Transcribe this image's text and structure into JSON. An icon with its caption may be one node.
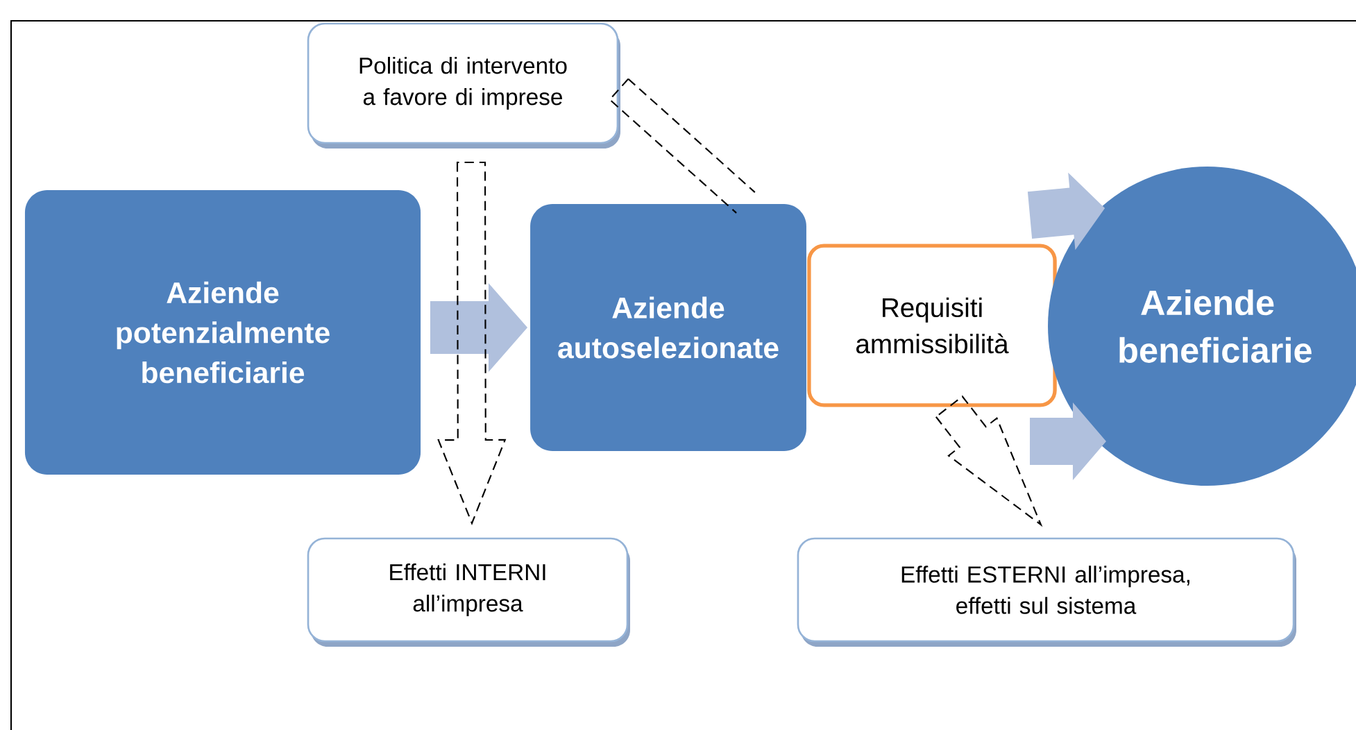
{
  "diagram": {
    "nodes": [
      {
        "text": [
          "Politica di intervento a favore di imprese"
        ]
      },
      {
        "text": [
          "Aziende potenzialmente beneficiarie"
        ]
      },
      {
        "text": [
          "Aziende autoselezionate"
        ]
      },
      {
        "text": [
          "Requisiti ammissibilità"
        ]
      },
      {
        "text": [
          "Aziende beneficiarie"
        ]
      },
      {
        "text": [
          "Effetti INTERNI all’impresa"
        ]
      },
      {
        "text": [
          "Effetti ESTERNI all’impresa, effetti sul sistema"
        ]
      }
    ],
    "edges": [
      {
        "from": 1,
        "to": 2,
        "arrow": "to",
        "style": "thick",
        "color": "#b0c0dd"
      },
      {
        "from": 3,
        "to": 4,
        "arrow": "to",
        "style": "thick",
        "color": "#b0c0dd"
      },
      {
        "from": 3,
        "to": 4,
        "arrow": "to",
        "style": "thick",
        "color": "#b0c0dd"
      },
      {
        "from": 0,
        "to": 5,
        "arrow": "to",
        "style": "dashed"
      },
      {
        "from": 0,
        "to": 2,
        "arrow": "none",
        "style": "dashed"
      },
      {
        "from": 3,
        "to": 6,
        "arrow": "to",
        "style": "dashed"
      }
    ]
  }
}
